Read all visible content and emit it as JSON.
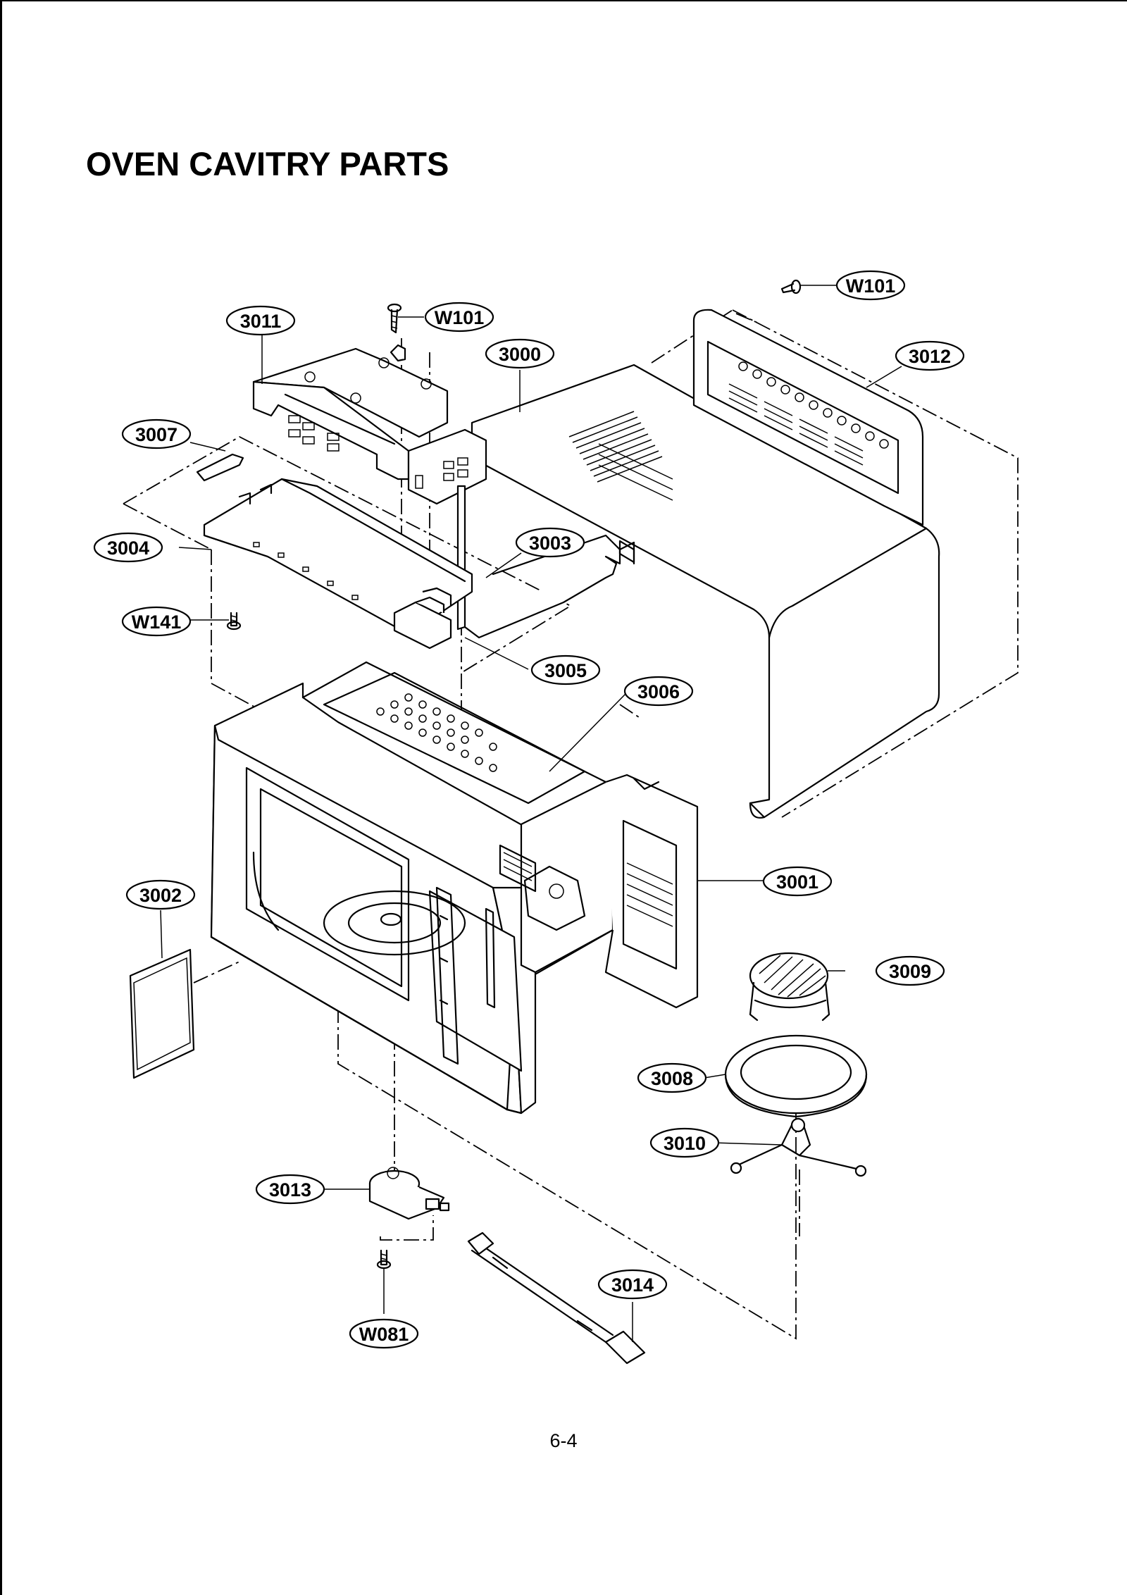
{
  "title": "OVEN CAVITRY PARTS",
  "page_number": "6-4",
  "callouts": {
    "c3000": "3000",
    "c3001": "3001",
    "c3002": "3002",
    "c3003": "3003",
    "c3004": "3004",
    "c3005": "3005",
    "c3006": "3006",
    "c3007": "3007",
    "c3008": "3008",
    "c3009": "3009",
    "c3010": "3010",
    "c3011": "3011",
    "c3012": "3012",
    "c3013": "3013",
    "c3014": "3014",
    "w101_top": "W101",
    "w101_right": "W101",
    "w141": "W141",
    "w081": "W081"
  }
}
